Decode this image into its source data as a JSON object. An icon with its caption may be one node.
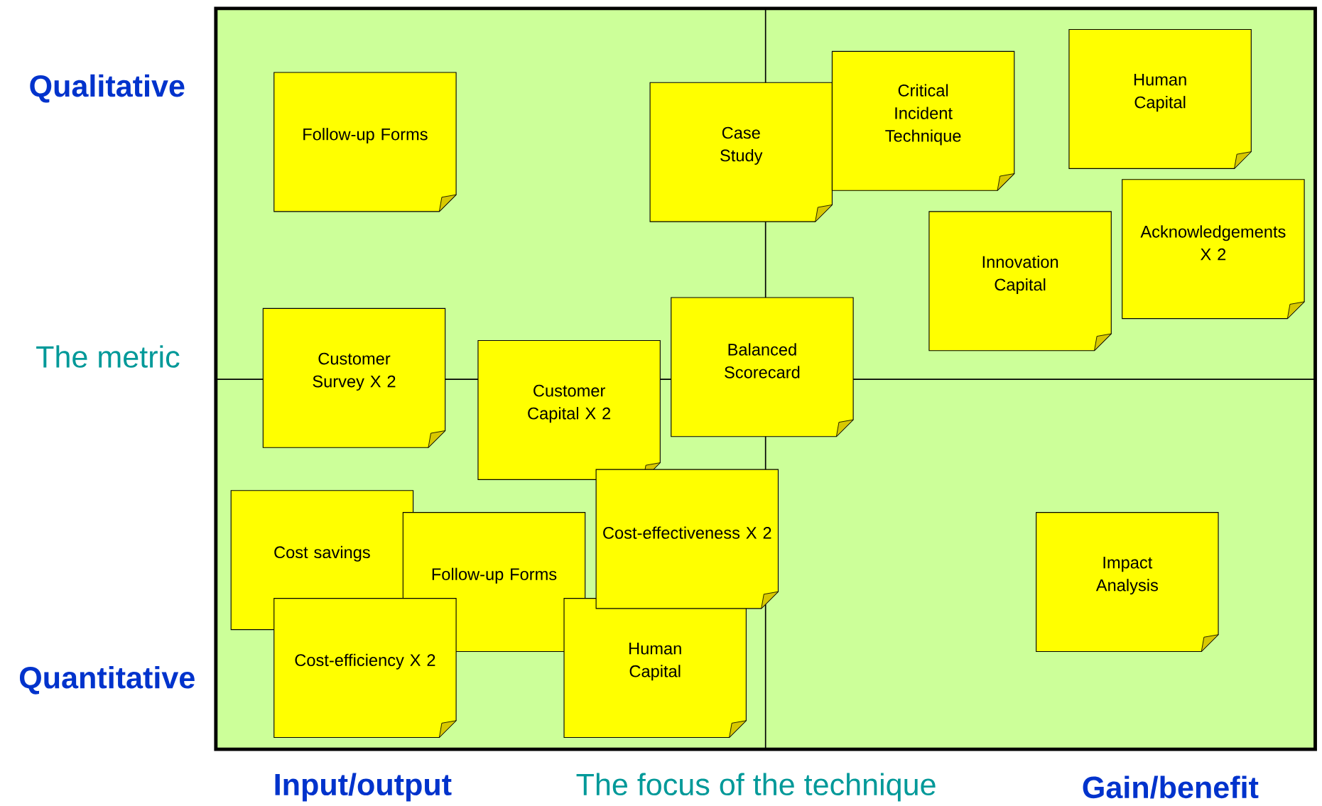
{
  "diagram": {
    "nodes": [
      {
        "text": [
          "Follow-up Forms"
        ]
      },
      {
        "text": [
          "Case Study"
        ]
      },
      {
        "text": [
          "Critical Incident Technique"
        ]
      },
      {
        "text": [
          "Human Capital"
        ]
      },
      {
        "text": [
          "Acknowledgements X 2"
        ]
      },
      {
        "text": [
          "Innovation Capital"
        ]
      },
      {
        "text": [
          "Customer Survey X 2"
        ]
      },
      {
        "text": [
          "Customer Capital X 2"
        ]
      },
      {
        "text": [
          "Balanced Scorecard"
        ]
      },
      {
        "text": [
          "Cost-effectiveness X 2"
        ]
      },
      {
        "text": [
          "Cost savings"
        ]
      },
      {
        "text": [
          "Follow-up Forms"
        ]
      },
      {
        "text": [
          "Impact Analysis"
        ]
      },
      {
        "text": [
          "Cost-efficiency X 2"
        ]
      },
      {
        "text": [
          "Human Capital"
        ]
      }
    ],
    "labels": [
      "Qualitative",
      "The metric",
      "Quantitative",
      "Input/output",
      "The focus of the technique",
      "Gain/benefit"
    ]
  }
}
